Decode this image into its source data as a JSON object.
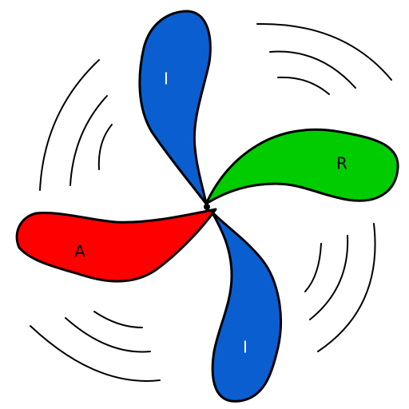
{
  "blades": [
    {
      "label": "I",
      "color": "#0a5ed0",
      "label_color": "#ffffff"
    },
    {
      "label": "R",
      "color": "#00cc00",
      "label_color": "#000000"
    },
    {
      "label": "A",
      "color": "#ff0000",
      "label_color": "#000000"
    },
    {
      "label": "I",
      "color": "#0a5ed0",
      "label_color": "#ffffff"
    }
  ],
  "stroke_color": "#000000",
  "background": "#ffffff"
}
